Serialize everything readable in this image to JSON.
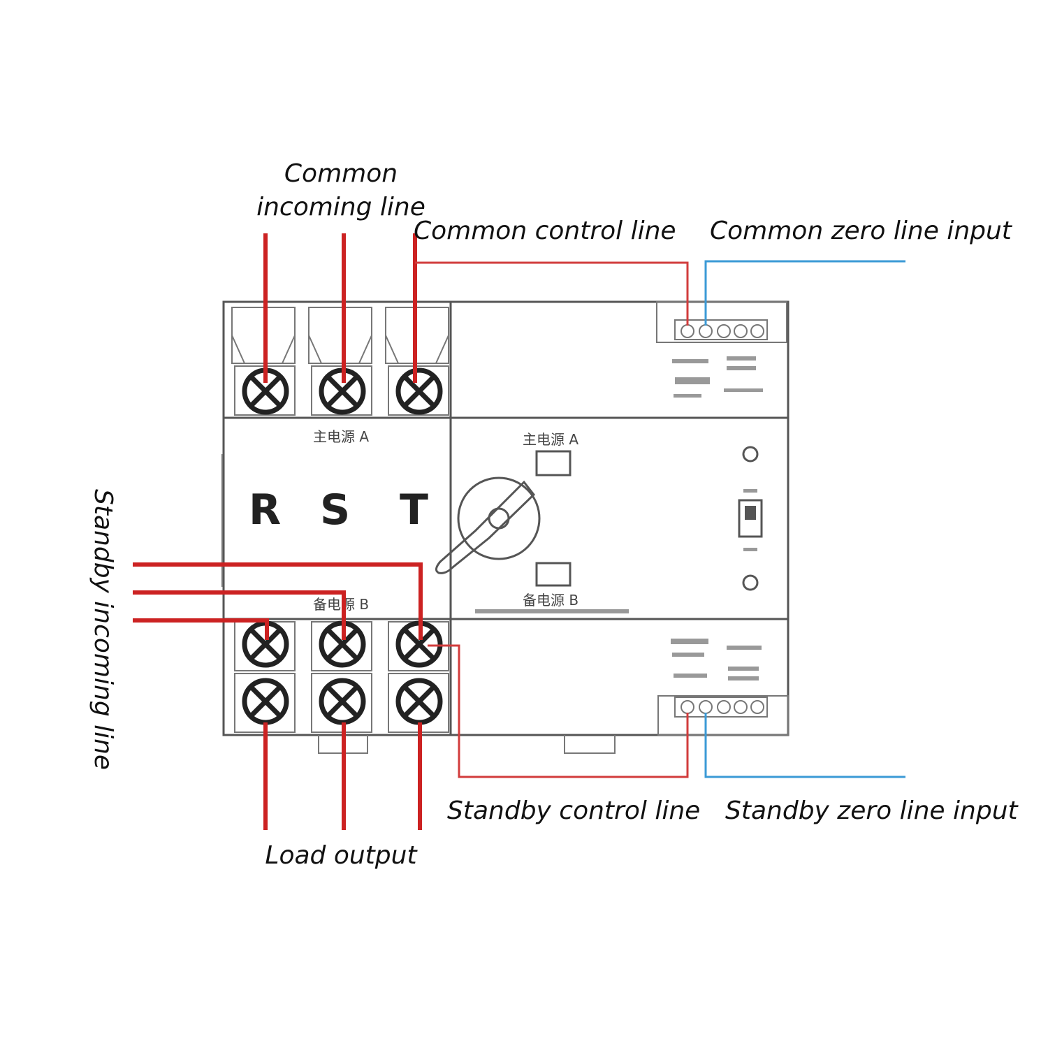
{
  "labels": {
    "common_incoming_l1": "Common",
    "common_incoming_l2": "incoming line",
    "common_control": "Common control line",
    "common_zero": "Common zero line input",
    "standby_incoming": "Standby incoming line",
    "standby_control": "Standby control line",
    "standby_zero": "Standby zero line input",
    "load_output": "Load output"
  },
  "device": {
    "phase_r": "R",
    "phase_s": "S",
    "phase_t": "T",
    "main_power_top": "主电源 A",
    "main_power_panel": "主电源 A",
    "backup_power_panel": "备电源 B",
    "backup_power_bottom": "备电源 B"
  },
  "colors": {
    "power_wire": "#cc2222",
    "control_wire": "#d23c3c",
    "neutral_wire": "#3b9ad6",
    "device_outline": "#555555"
  }
}
